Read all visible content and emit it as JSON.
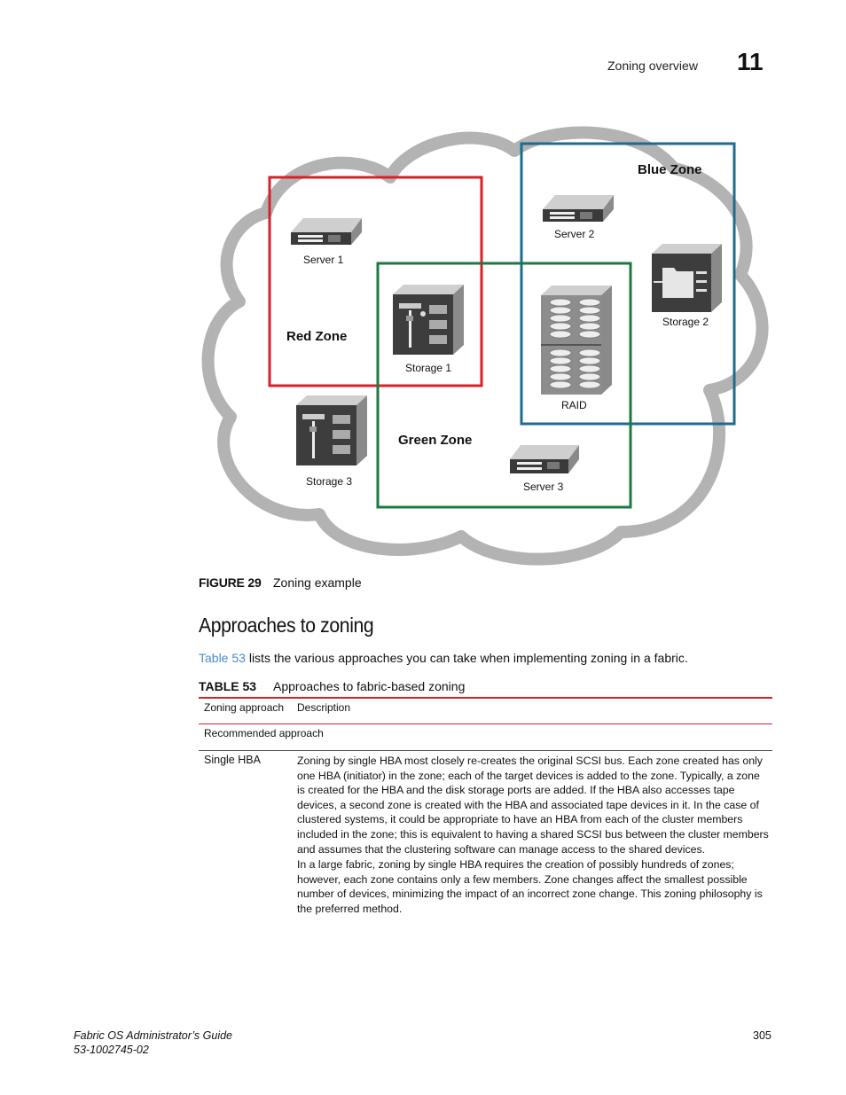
{
  "header": {
    "section": "Zoning overview",
    "chapter": "11"
  },
  "figure": {
    "zones": {
      "blue": "Blue Zone",
      "red": "Red Zone",
      "green": "Green Zone"
    },
    "devices": {
      "server1": "Server 1",
      "server2": "Server 2",
      "server3": "Server 3",
      "storage1": "Storage 1",
      "storage2": "Storage 2",
      "storage3": "Storage 3",
      "raid": "RAID"
    },
    "caption_num": "FIGURE 29",
    "caption_title": "Zoning example",
    "colors": {
      "red": "#d8202b",
      "blue": "#1e6b8f",
      "green": "#1a7a43",
      "cloud": "#b3b3b3"
    }
  },
  "section": {
    "title": "Approaches to zoning",
    "intro_link": "Table 53",
    "intro_text": " lists the various approaches you can take when implementing zoning in a fabric."
  },
  "table": {
    "num": "TABLE 53",
    "title": "Approaches to fabric-based zoning",
    "headers": [
      "Zoning approach",
      "Description"
    ],
    "group": "Recommended approach",
    "rows": [
      {
        "approach": "Single HBA",
        "paragraphs": [
          "Zoning by single HBA most closely re-creates the original SCSI bus. Each zone created has only one HBA (initiator) in the zone; each of the target devices is added to the zone. Typically, a zone is created for the HBA and the disk storage ports are added. If the HBA also accesses tape devices, a second zone is created with the HBA and associated tape devices in it. In the case of clustered systems, it could be appropriate to have an HBA from each of the cluster members included in the zone; this is equivalent to having a shared SCSI bus between the cluster members and assumes that the clustering software can manage access to the shared devices.",
          "In a large fabric, zoning by single HBA requires the creation of possibly hundreds of zones; however, each zone contains only a few members. Zone changes affect the smallest possible number of devices, minimizing the impact of an incorrect zone change. This zoning philosophy is the preferred method."
        ]
      }
    ]
  },
  "footer": {
    "guide": "Fabric OS Administrator’s Guide",
    "doc_id": "53-1002745-02",
    "page": "305"
  }
}
